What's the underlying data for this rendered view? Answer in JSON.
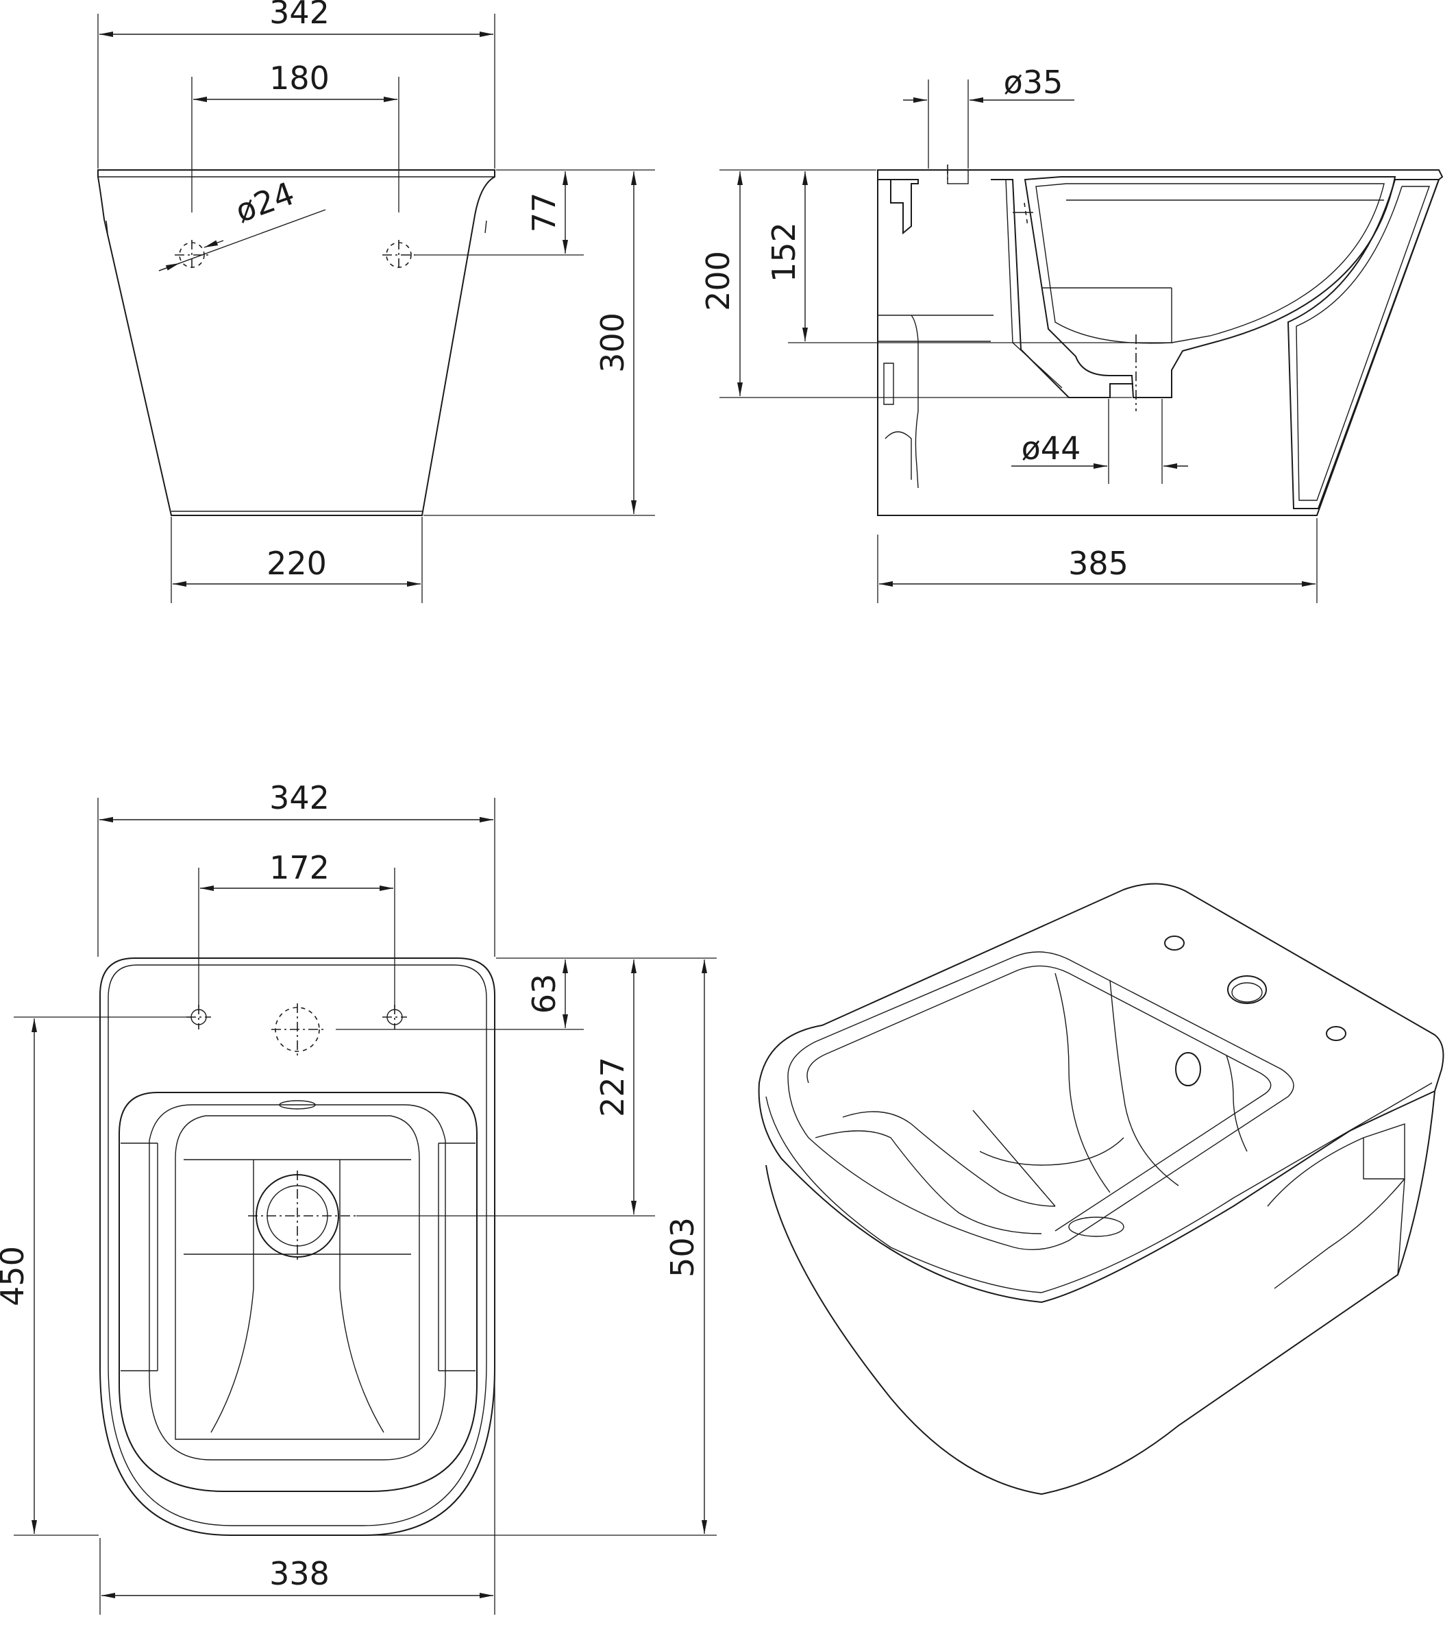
{
  "dimensions": {
    "front": {
      "overall_width": "342",
      "tap_hole_spacing": "180",
      "tap_hole_diameter": "ø24",
      "hole_depth_from_top": "77",
      "height": "300",
      "base_width": "220"
    },
    "side": {
      "supply_diameter": "ø35",
      "height_200": "200",
      "height_152": "152",
      "waste_diameter": "ø44",
      "depth": "385"
    },
    "plan": {
      "overall_width": "342",
      "hole_spacing": "172",
      "front_to_holes": "63",
      "holes_to_waste": "227",
      "length_450": "450",
      "length_503": "503",
      "rear_width": "338"
    }
  }
}
